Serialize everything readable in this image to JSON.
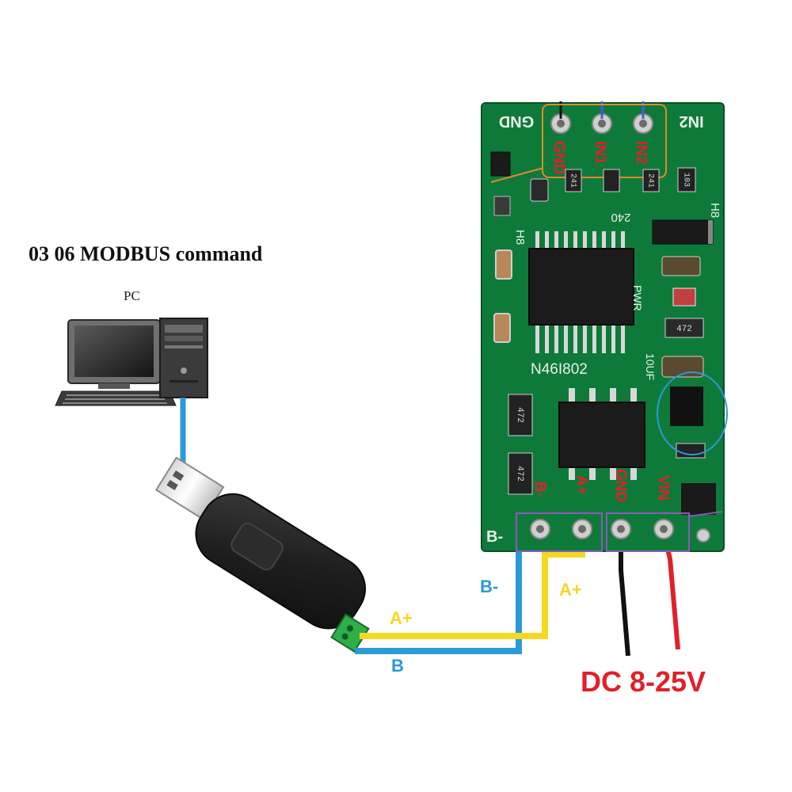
{
  "title": "03 06 MODBUS command",
  "pc_label": "PC",
  "power_label": "DC 8-25V",
  "board": {
    "top_pins": {
      "gnd_silk": "GND",
      "in2_silk": "IN2",
      "gnd_red": "GND",
      "in1_red": "IN1",
      "in2_red": "IN2"
    },
    "chip_label": "N46I802",
    "pwr_silk": "PWR",
    "cap_silk": "10UF",
    "res_240": "240",
    "res_472a": "472",
    "res_472b": "472",
    "res_472c": "472",
    "res_103": "103",
    "res_241a": "241",
    "res_241b": "241",
    "h8_left": "H8",
    "h8_right": "H8",
    "bottom_pins": {
      "b_minus_silk": "B-",
      "b_minus_red": "B-",
      "a_plus_red": "A+",
      "gnd_red": "GND",
      "vin_red": "VIN"
    }
  },
  "wires": {
    "b_minus_label": "B-",
    "a_plus_label_board": "A+",
    "a_plus_label_usb": "A+",
    "b_label_usb": "B"
  },
  "colors": {
    "pcb": "#0e7a3a",
    "rs485_b": "#2a9ad8",
    "rs485_a": "#f5d824",
    "power_positive": "#e0202a",
    "power_ground": "#111111",
    "digital_input": "#4b5bd8",
    "highlight_orange": "#e08a2a",
    "highlight_purple": "#8a5ab8",
    "highlight_blue": "#2a9ad8"
  }
}
